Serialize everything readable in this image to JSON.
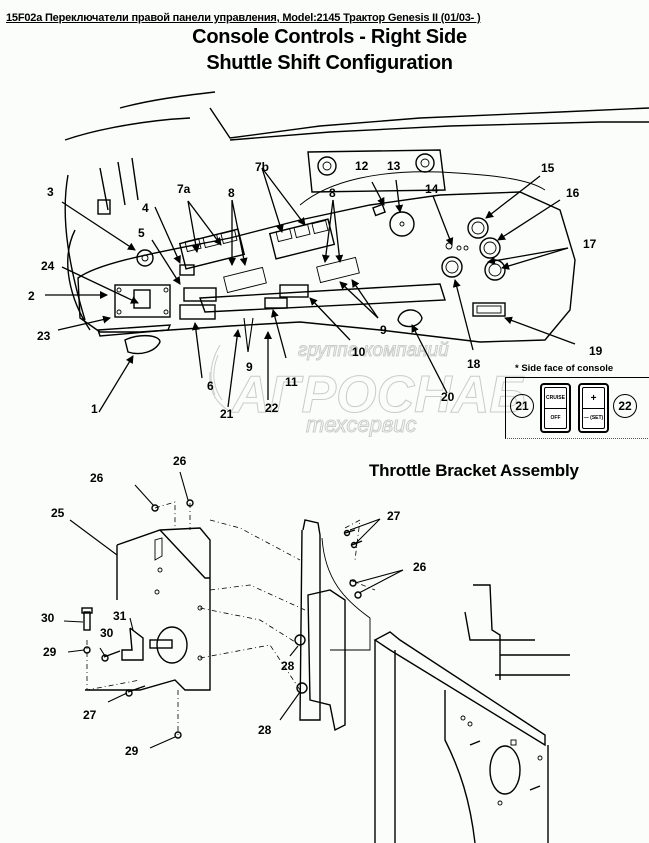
{
  "page": {
    "header": "15F02a Переключатели правой панели управления, Model:2145 Трактор Genesis II (01/03- )",
    "title_line1": "Console Controls - Right Side",
    "title_line2": "Shuttle Shift Configuration",
    "section2_title": "Throttle Bracket Assembly"
  },
  "watermark": {
    "line1": "группа компаний",
    "line2": "АГРОСНАБ",
    "line3": "техсервис"
  },
  "side_face": {
    "note": "* Side face of console",
    "left_callout": "21",
    "right_callout": "22",
    "switch_left": {
      "top": "CRUISE",
      "bottom": "OFF"
    },
    "switch_right": {
      "top": "+",
      "bottom": "— (SET)"
    }
  },
  "console_callouts": [
    {
      "label": "1"
    },
    {
      "label": "2"
    },
    {
      "label": "3"
    },
    {
      "label": "4"
    },
    {
      "label": "5"
    },
    {
      "label": "6"
    },
    {
      "label": "7a"
    },
    {
      "label": "7b"
    },
    {
      "label": "8"
    },
    {
      "label": "8"
    },
    {
      "label": "9"
    },
    {
      "label": "9"
    },
    {
      "label": "10"
    },
    {
      "label": "11"
    },
    {
      "label": "12"
    },
    {
      "label": "13"
    },
    {
      "label": "14"
    },
    {
      "label": "15"
    },
    {
      "label": "16"
    },
    {
      "label": "17"
    },
    {
      "label": "18"
    },
    {
      "label": "19"
    },
    {
      "label": "20"
    },
    {
      "label": "21"
    },
    {
      "label": "22"
    },
    {
      "label": "23"
    },
    {
      "label": "24"
    }
  ],
  "throttle_callouts": [
    {
      "label": "25"
    },
    {
      "label": "26"
    },
    {
      "label": "26"
    },
    {
      "label": "26"
    },
    {
      "label": "27"
    },
    {
      "label": "27"
    },
    {
      "label": "28"
    },
    {
      "label": "28"
    },
    {
      "label": "29"
    },
    {
      "label": "29"
    },
    {
      "label": "30"
    },
    {
      "label": "30"
    },
    {
      "label": "31"
    }
  ]
}
